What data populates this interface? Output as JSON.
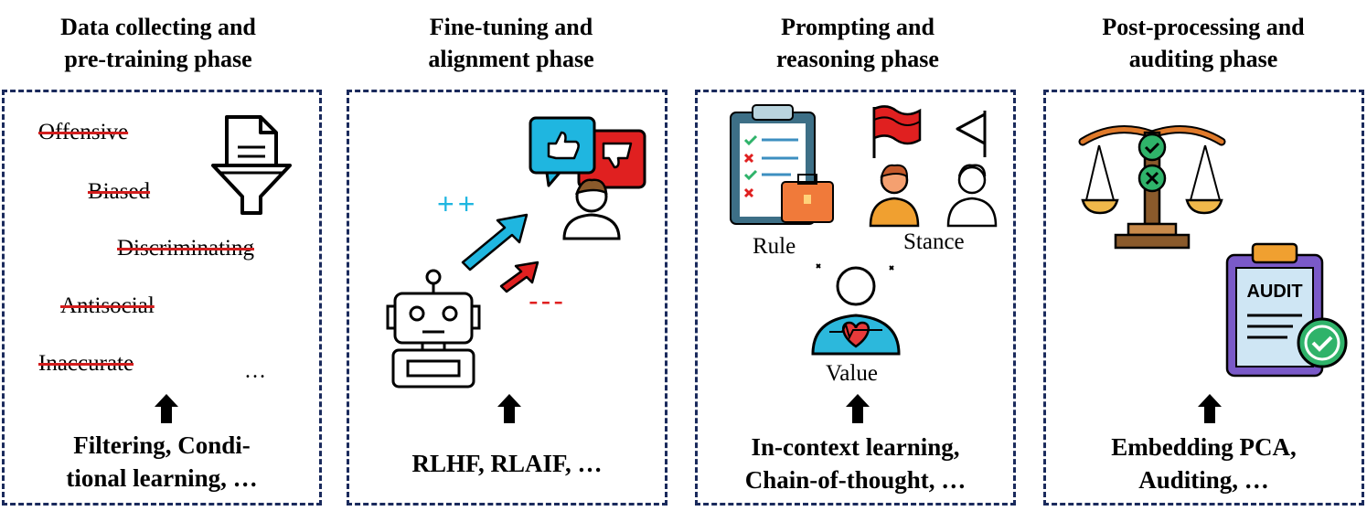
{
  "phases": [
    {
      "title": "Data collecting and\npre-training phase",
      "method": "Filtering, Condi-\ntional learning, …"
    },
    {
      "title": "Fine-tuning and\nalignment phase",
      "method": "RLHF, RLAIF, …"
    },
    {
      "title": "Prompting and\nreasoning phase",
      "method": "In-context learning,\nChain-of-thought, …"
    },
    {
      "title": "Post-processing and\nauditing phase",
      "method": "Embedding PCA,\nAuditing, …"
    }
  ],
  "filtered_terms": [
    "Offensive",
    "Biased",
    "Discriminating",
    "Antisocial",
    "Inaccurate"
  ],
  "filtered_more": "…",
  "feedback": {
    "positive": "++",
    "negative": "---"
  },
  "prompting_labels": {
    "rule": "Rule",
    "stance": "Stance",
    "value": "Value"
  },
  "audit_label": "AUDIT",
  "colors": {
    "panel_border": "#1a2a5c",
    "strike": "#d21d1d",
    "positive": "#1fb6e0",
    "negative": "#e02020"
  },
  "icons": [
    "document-filter-icon",
    "robot-icon",
    "feedback-bubbles-icon",
    "person-icon",
    "clipboard-checklist-icon",
    "flag-icon",
    "person-value-icon",
    "balance-scale-icon",
    "audit-clipboard-icon"
  ]
}
